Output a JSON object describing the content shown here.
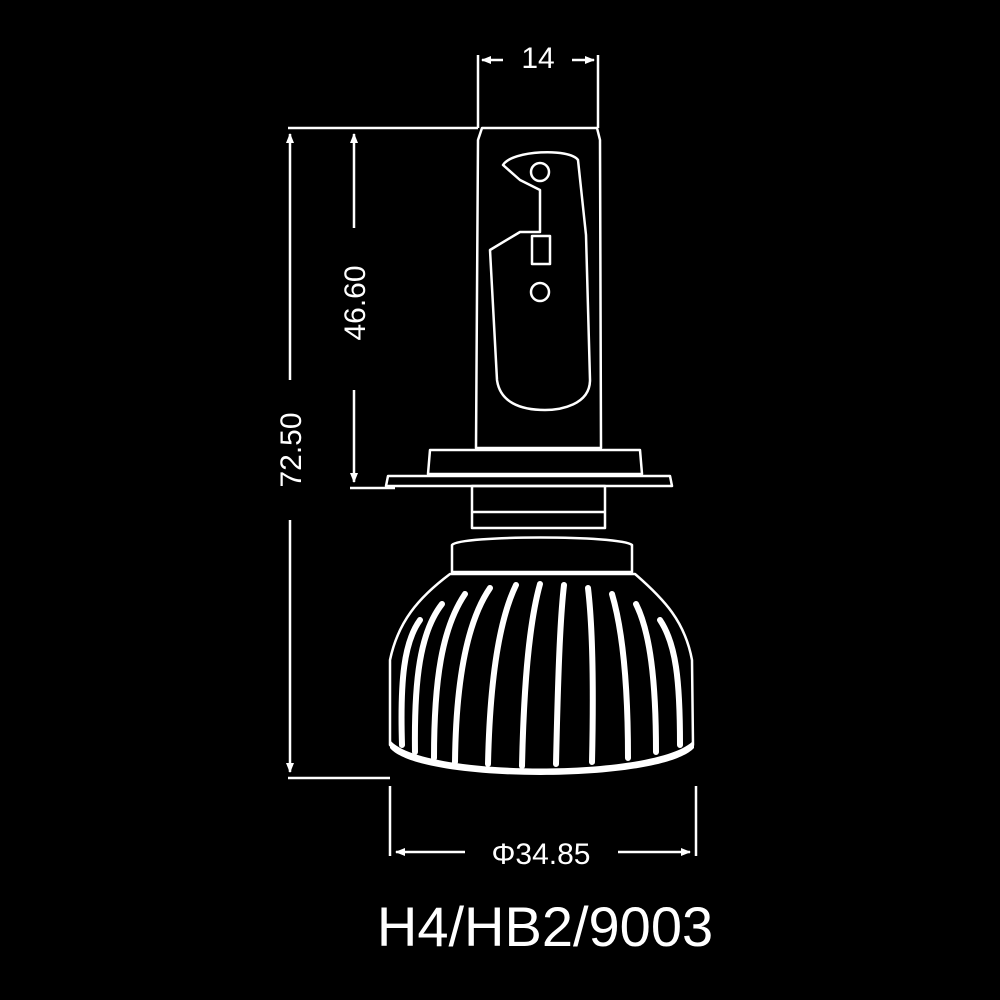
{
  "dimensions": {
    "width_top": "14",
    "height_total": "72.50",
    "height_partial": "46.60",
    "diameter": "Φ34.85"
  },
  "model": "H4/HB2/9003",
  "colors": {
    "background": "#000000",
    "line": "#ffffff"
  }
}
